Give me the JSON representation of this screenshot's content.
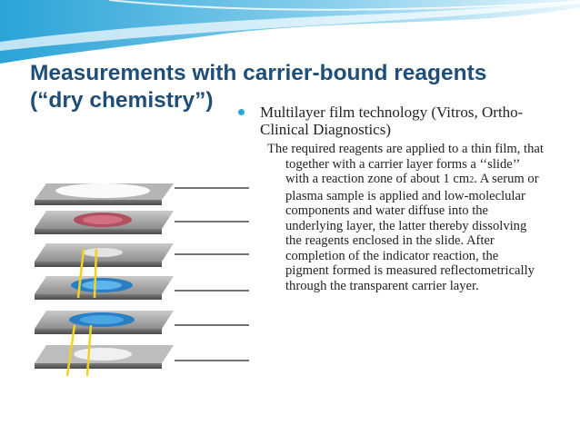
{
  "slide": {
    "title_line1": "Measurements with carrier-bound reagents",
    "title_line2": "(“dry chemistry”)",
    "bullet": "Multilayer film technology (Vitros, Ortho-Clinical Diagnostics)",
    "sub_part1": "The required reagents are applied to a thin film, that together with a carrier layer forms a ‘‘slide’’ with a reaction zone of about 1 cm",
    "sub_superscript": "2",
    "sub_part2": ". A serum or plasma sample is applied and low-moleclular components and water diffuse into the underlying layer, the latter thereby dissolving the reagents enclosed in the slide. After completion of the indicator reaction, the pigment formed is measured reflectometrically through the transparent carrier layer."
  },
  "colors": {
    "title": "#1f4e79",
    "bullet": "#29a8d8",
    "swoosh": "#4fb3de"
  },
  "icons": [
    "bullet-dot-icon",
    "layer-diagram-icon"
  ]
}
